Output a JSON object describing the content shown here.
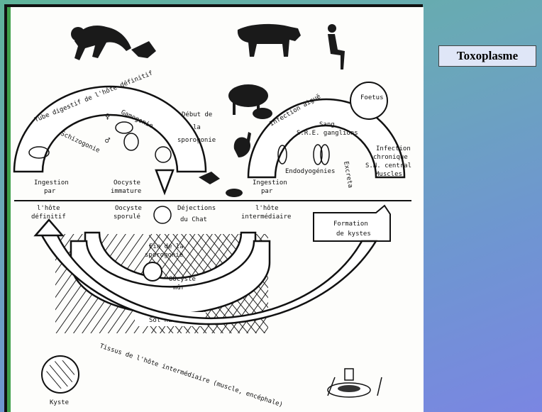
{
  "slide": {
    "title": "Toxoplasme"
  },
  "diagram": {
    "arc_definitive_host": "Tube digestif de l'hôte définitif",
    "gamogonie": "Gamogonie",
    "schizogonie": "Schizogonie",
    "debut_1": "Début de",
    "debut_2": "la",
    "debut_3": "sporogonie",
    "infection_aigue": "Infection aiguë",
    "foetus": "Foetus",
    "sang": "Sang",
    "sre": "S.R.E. ganglions",
    "endodyogenies": "Endodyogénies",
    "infection_chronique_1": "Infection",
    "infection_chronique_2": "chronique",
    "infection_chronique_3": "S.N. central",
    "infection_chronique_4": "Muscles",
    "excreta": "Excreta",
    "ingestion_def_1": "Ingestion",
    "ingestion_def_2": "par",
    "ingestion_def_3": "l'hôte",
    "ingestion_def_4": "définitif",
    "oocyste_imm_1": "Oocyste",
    "oocyste_imm_2": "immature",
    "ingestion_int_1": "Ingestion",
    "ingestion_int_2": "par",
    "ingestion_int_3": "l'hôte",
    "ingestion_int_4": "intermédiaire",
    "oocyste_spor_1": "Oocyste",
    "oocyste_spor_2": "sporulé",
    "dejections_1": "Déjections",
    "dejections_2": "du Chat",
    "formation_1": "Formation",
    "formation_2": "de kystes",
    "fin_1": "Fin de la",
    "fin_2": "sporogonie",
    "oocyste_mur_1": "Oocyste",
    "oocyste_mur_2": "mûr",
    "sol_humide": "Sol humide",
    "tissus": "Tissus de l'hôte intermédiaire (muscle, encéphale)",
    "kyste": "Kyste",
    "symbol_female": "♀",
    "symbol_male": "♂"
  }
}
